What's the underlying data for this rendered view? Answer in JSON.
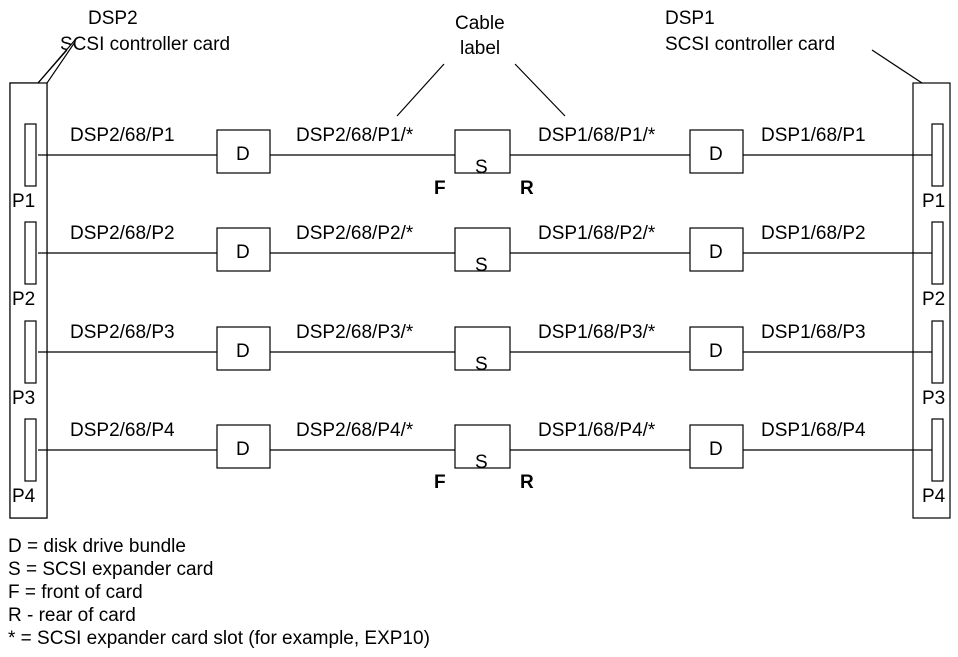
{
  "cards": {
    "left": {
      "name": "DSP2",
      "desc": "SCSI controller card"
    },
    "right": {
      "name": "DSP1",
      "desc": "SCSI controller card"
    }
  },
  "cable_label": {
    "line1": "Cable",
    "line2": "label"
  },
  "box_letters": {
    "drive": "D",
    "expander": "S"
  },
  "rows": [
    {
      "port": "P1",
      "left_cable": "DSP2/68/P1",
      "left_mid": "DSP2/68/P1/*",
      "right_mid": "DSP1/68/P1/*",
      "right_cable": "DSP1/68/P1"
    },
    {
      "port": "P2",
      "left_cable": "DSP2/68/P2",
      "left_mid": "DSP2/68/P2/*",
      "right_mid": "DSP1/68/P2/*",
      "right_cable": "DSP1/68/P2"
    },
    {
      "port": "P3",
      "left_cable": "DSP2/68/P3",
      "left_mid": "DSP2/68/P3/*",
      "right_mid": "DSP1/68/P3/*",
      "right_cable": "DSP1/68/P3"
    },
    {
      "port": "P4",
      "left_cable": "DSP2/68/P4",
      "left_mid": "DSP2/68/P4/*",
      "right_mid": "DSP1/68/P4/*",
      "right_cable": "DSP1/68/P4"
    }
  ],
  "side_markers": {
    "front": "F",
    "rear": "R"
  },
  "legend": [
    "D = disk drive bundle",
    "S = SCSI expander card",
    "F = front of card",
    "R - rear of card",
    "* = SCSI expander card slot (for example, EXP10)"
  ]
}
